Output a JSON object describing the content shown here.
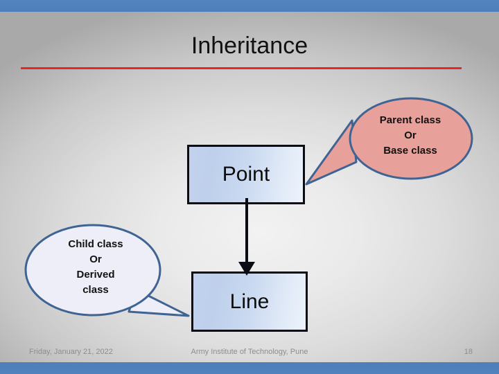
{
  "slide": {
    "title": "Inheritance",
    "accent_rule_color": "#e8262a",
    "brand_bar_color": "#5182bd",
    "background": "grey radial gradient"
  },
  "diagram": {
    "boxes": [
      {
        "name": "point",
        "label": "Point"
      },
      {
        "name": "line",
        "label": "Line"
      }
    ],
    "connector": {
      "name": "inheritance-arrow",
      "from": "Point",
      "to": "Line",
      "direction": "down"
    },
    "callouts": [
      {
        "name": "parent-class-callout",
        "lines": [
          "Parent class",
          "Or",
          "Base class"
        ],
        "fill": "#e8a09a",
        "stroke": "#3f6393",
        "points_to": "Point"
      },
      {
        "name": "child-class-callout",
        "lines": [
          "Child class",
          "Or",
          "Derived",
          "class"
        ],
        "fill": "#eeeef8",
        "stroke": "#3f6393",
        "points_to": "Line"
      }
    ]
  },
  "footer": {
    "date": "Friday, January 21, 2022",
    "organization": "Army Institute of Technology, Pune",
    "page_number": "18"
  }
}
